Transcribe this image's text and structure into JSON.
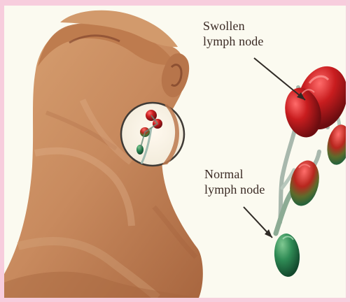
{
  "labels": {
    "swollen_line1": "Swollen",
    "swollen_line2": "lymph node",
    "normal_line1": "Normal",
    "normal_line2": "lymph node"
  },
  "colors": {
    "page_border": "#f7cddd",
    "panel_background": "#fbfaf0",
    "skin": "#c88e61",
    "swollen_node": "#c81d20",
    "normal_node": "#2f8b55",
    "label_text": "#3b2b25"
  }
}
